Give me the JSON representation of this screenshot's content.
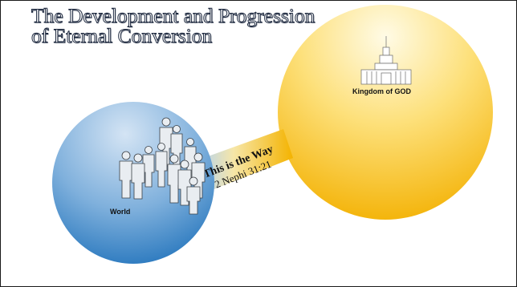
{
  "slide": {
    "title_line1": "The Development and Progression",
    "title_line2": "of Eternal Conversion"
  },
  "world": {
    "label": "World",
    "gradient_top": "#cfe0f2",
    "gradient_bottom": "#2f7fc0"
  },
  "kingdom": {
    "label": "Kingdom of GOD",
    "gradient_top": "#fff7d6",
    "gradient_bottom": "#f6b900"
  },
  "path": {
    "heading": "This is the Way",
    "reference": "2 Nephi 31:21",
    "color_left": "#a9cbe8",
    "color_right": "#f3b200"
  },
  "icons": [
    "people-group-icon",
    "temple-icon"
  ]
}
